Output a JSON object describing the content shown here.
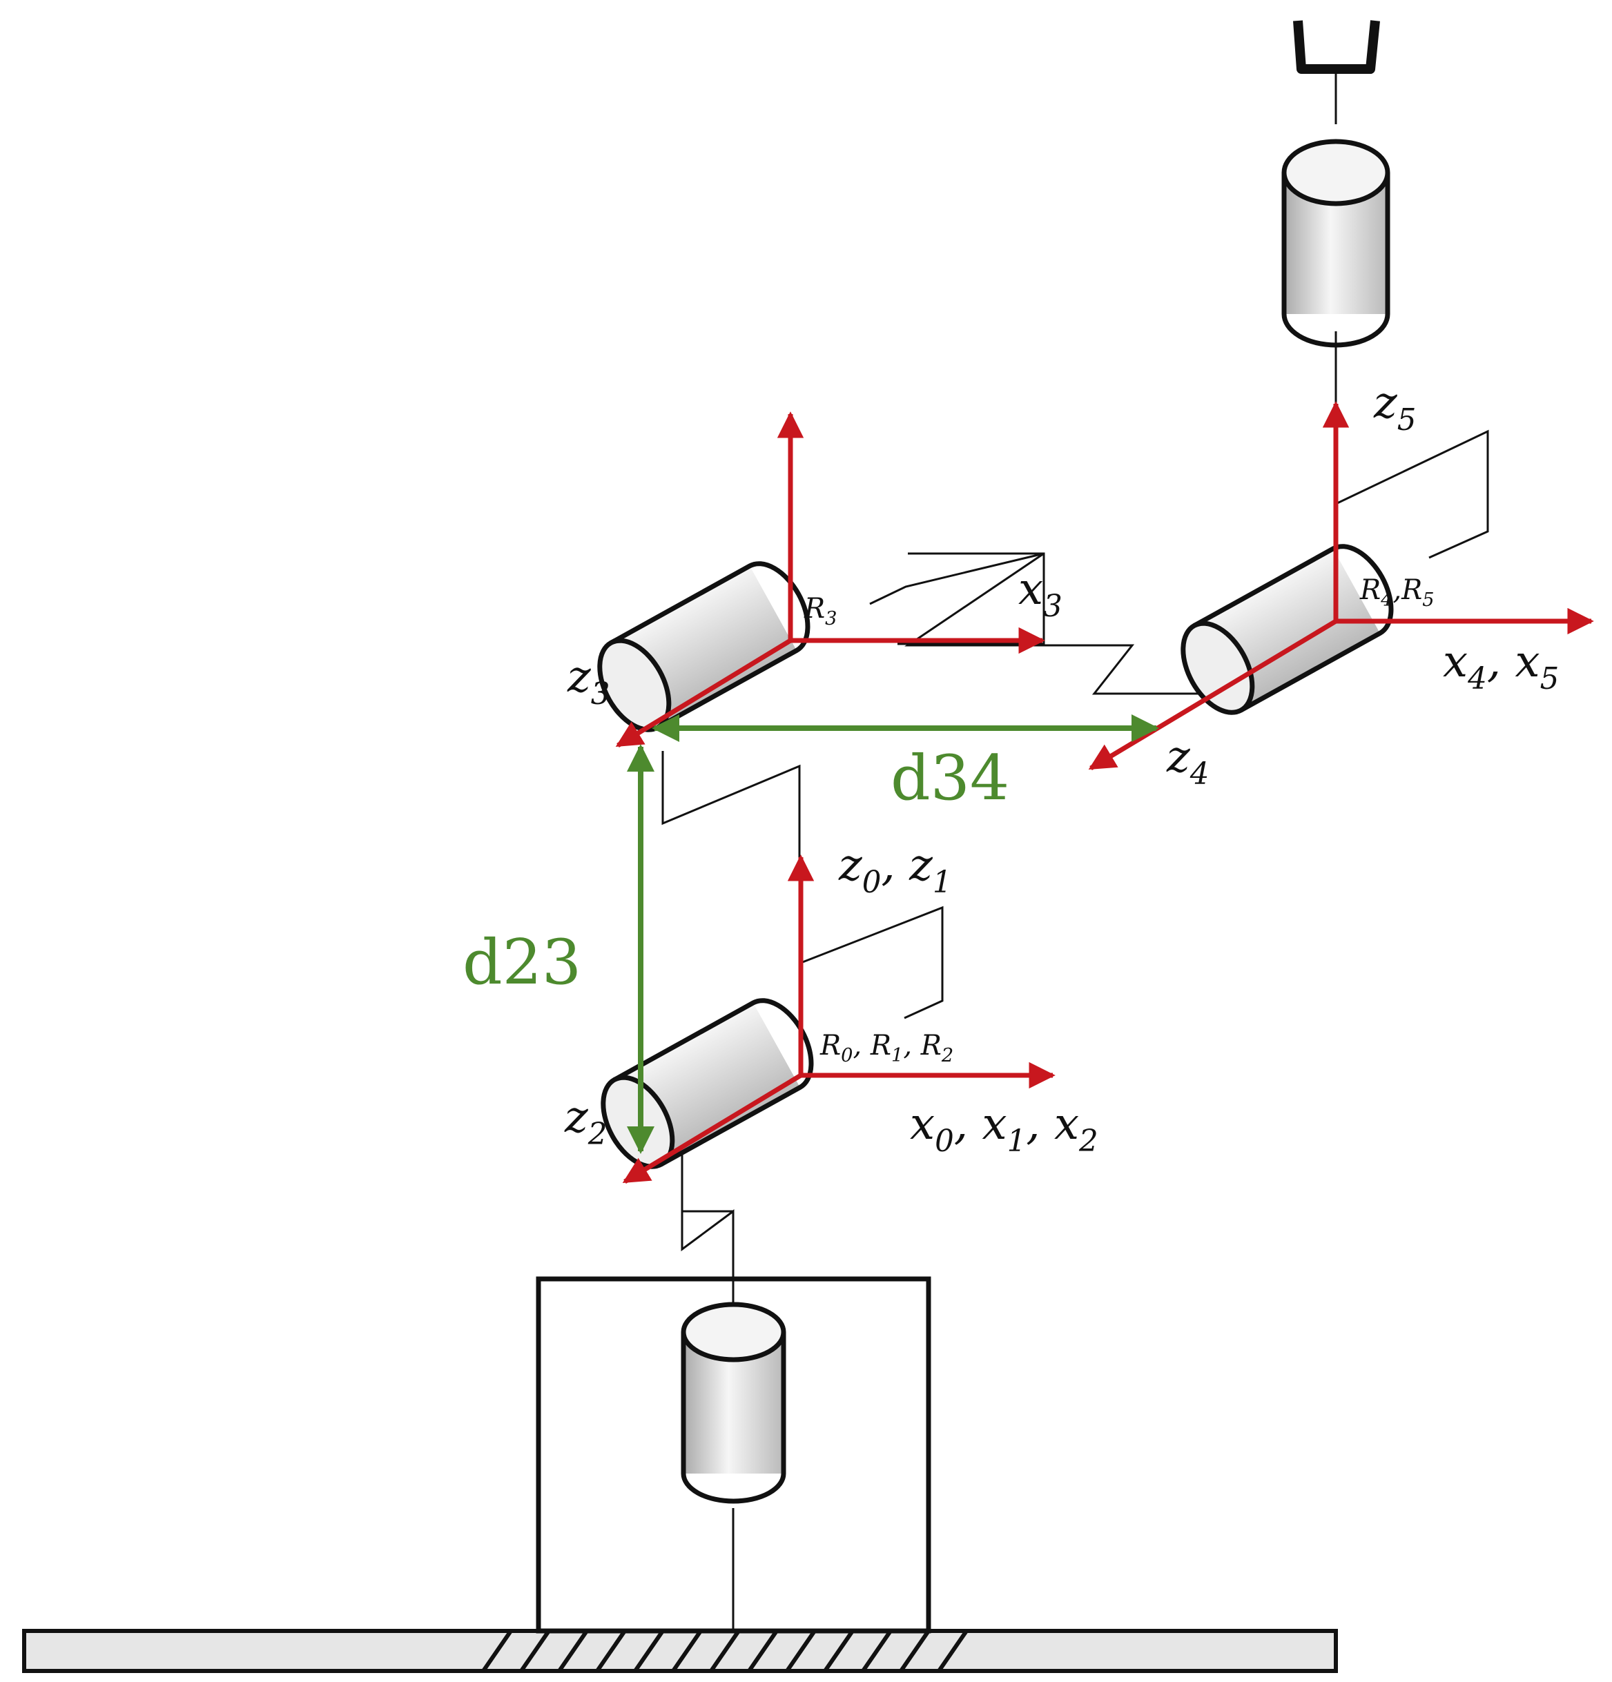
{
  "colors": {
    "axis": "#c8171e",
    "dimension": "#4d8a2e",
    "outline": "#111111",
    "cylinder_light": "#f4f4f4",
    "cylinder_dark": "#b9b9b9",
    "ground_fill": "#e6e6e6"
  },
  "labels": {
    "z5": {
      "base": "z",
      "sub": "5"
    },
    "x3": {
      "base": "x",
      "sub": "3"
    },
    "z3": {
      "base": "z",
      "sub": "3"
    },
    "z4": {
      "base": "z",
      "sub": "4"
    },
    "x45": {
      "a_base": "x",
      "a_sub": "4",
      "sep": ", ",
      "b_base": "x",
      "b_sub": "5"
    },
    "z01": {
      "a_base": "z",
      "a_sub": "0",
      "sep": ", ",
      "b_base": "z",
      "b_sub": "1"
    },
    "z2": {
      "base": "z",
      "sub": "2"
    },
    "x012": {
      "a_base": "x",
      "a_sub": "0",
      "sep1": ", ",
      "b_base": "x",
      "b_sub": "1",
      "sep2": ", ",
      "c_base": "x",
      "c_sub": "2"
    },
    "R3": {
      "base": "R",
      "sub": "3"
    },
    "R45": {
      "a_base": "R",
      "a_sub": "4",
      "sep": ",",
      "b_base": "R",
      "b_sub": "5"
    },
    "R012": {
      "a_base": "R",
      "a_sub": "0",
      "sep1": ", ",
      "b_base": "R",
      "b_sub": "1",
      "sep2": ", ",
      "c_base": "R",
      "c_sub": "2"
    }
  },
  "dimensions": {
    "d34": "d34",
    "d23": "d23"
  }
}
